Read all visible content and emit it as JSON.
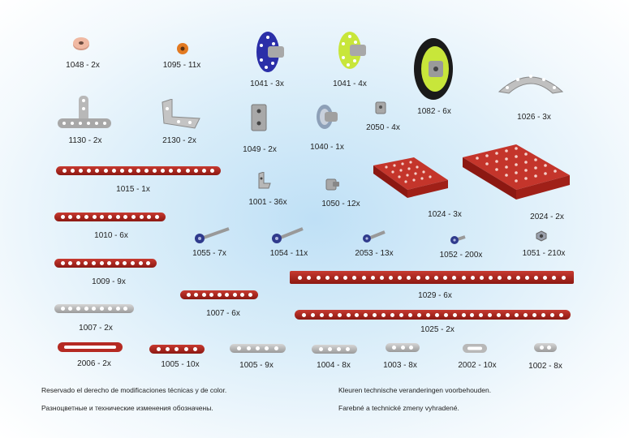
{
  "parts": [
    {
      "id": "p1048",
      "label": "1048 - 2x"
    },
    {
      "id": "p1095",
      "label": "1095 - 11x"
    },
    {
      "id": "p1041a",
      "label": "1041 - 3x"
    },
    {
      "id": "p1041b",
      "label": "1041 - 4x"
    },
    {
      "id": "p1082",
      "label": "1082 - 6x"
    },
    {
      "id": "p1026",
      "label": "1026 - 3x"
    },
    {
      "id": "p1130",
      "label": "1130 - 2x"
    },
    {
      "id": "p2130",
      "label": "2130 - 2x"
    },
    {
      "id": "p1049",
      "label": "1049 - 2x"
    },
    {
      "id": "p1040",
      "label": "1040 - 1x"
    },
    {
      "id": "p2050",
      "label": "2050 - 4x"
    },
    {
      "id": "p1015",
      "label": "1015 - 1x"
    },
    {
      "id": "p1001",
      "label": "1001 - 36x"
    },
    {
      "id": "p1050",
      "label": "1050 - 12x"
    },
    {
      "id": "p1024",
      "label": "1024 - 3x"
    },
    {
      "id": "p2024",
      "label": "2024 - 2x"
    },
    {
      "id": "p1010",
      "label": "1010 - 6x"
    },
    {
      "id": "p1055",
      "label": "1055 - 7x"
    },
    {
      "id": "p1054",
      "label": "1054 - 11x"
    },
    {
      "id": "p2053",
      "label": "2053 - 13x"
    },
    {
      "id": "p1052",
      "label": "1052 - 200x"
    },
    {
      "id": "p1051",
      "label": "1051 - 210x"
    },
    {
      "id": "p1009",
      "label": "1009 - 9x"
    },
    {
      "id": "p1029",
      "label": "1029 - 6x"
    },
    {
      "id": "p1007a",
      "label": "1007 - 6x"
    },
    {
      "id": "p1007b",
      "label": "1007 - 2x"
    },
    {
      "id": "p1025",
      "label": "1025 - 2x"
    },
    {
      "id": "p2006",
      "label": "2006 - 2x"
    },
    {
      "id": "p1005a",
      "label": "1005 - 10x"
    },
    {
      "id": "p1005b",
      "label": "1005 - 9x"
    },
    {
      "id": "p1004",
      "label": "1004 - 8x"
    },
    {
      "id": "p1003",
      "label": "1003 - 8x"
    },
    {
      "id": "p2002",
      "label": "2002 - 10x"
    },
    {
      "id": "p1002",
      "label": "1002 - 8x"
    }
  ],
  "notes": {
    "es": "Reservado el derecho de modificaciones técnicas y de color.",
    "ru": "Разноцветные и технические изменения обозначены.",
    "nl": "Kleuren technische veranderingen voorbehouden.",
    "sk": "Farebné a technické zmeny vyhradené."
  },
  "colors": {
    "red": "#b52a22",
    "grey": "#b8b8b8",
    "blue": "#2b2fa8",
    "lime": "#c8e63a"
  }
}
